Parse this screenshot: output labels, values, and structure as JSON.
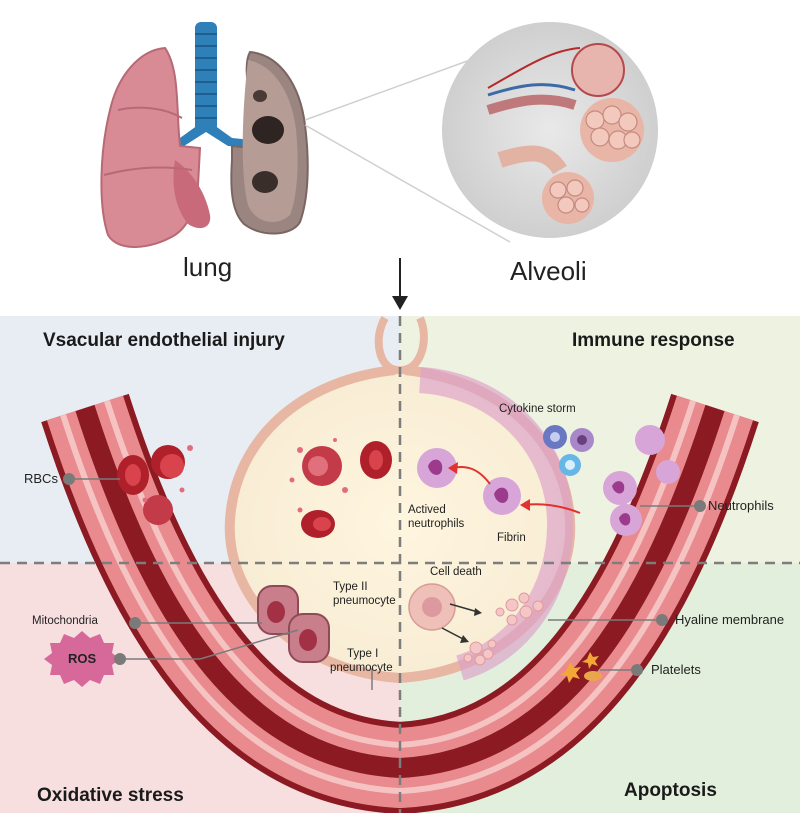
{
  "top": {
    "lung_label": "lung",
    "alveoli_label": "Alveoli"
  },
  "quadrants": {
    "top_left": "Vsacular endothelial injury",
    "top_right": "Immune response",
    "bottom_left": "Oxidative stress",
    "bottom_right": "Apoptosis"
  },
  "labels": {
    "rbcs": "RBCs",
    "cytokine_storm": "Cytokine storm",
    "actived_neutrophils_1": "Actived",
    "actived_neutrophils_2": "neutrophils",
    "fibrin": "Fibrin",
    "neutrophils": "Neutrophils",
    "type2_1": "Type II",
    "type2_2": "pneumocyte",
    "type1_1": "Type I",
    "type1_2": "pneumocyte",
    "mitochondria": "Mitochondria",
    "ros": "ROS",
    "cell_death": "Cell death",
    "hyaline_membrane": "Hyaline membrane",
    "platelets": "Platelets"
  },
  "colors": {
    "q_top_left": "#e8edf3",
    "q_top_right": "#eef2e1",
    "q_bottom_left": "#f7dfe0",
    "q_bottom_right": "#e3efdd",
    "vessel_dark": "#8b1a22",
    "vessel_mid": "#e98b8e",
    "alveolus_fill": "#fbf0d8",
    "cell_pink": "#d6699a",
    "leader_grey": "#7a7a7a"
  }
}
